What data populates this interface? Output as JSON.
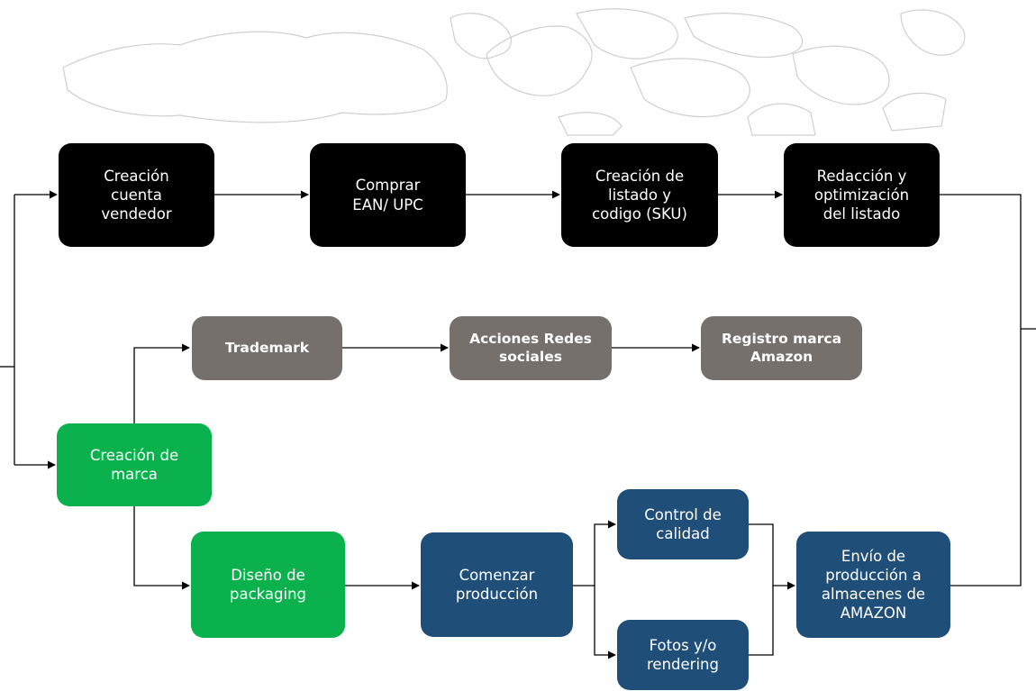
{
  "colors": {
    "black_box": "#000000",
    "gray_box": "#76706d",
    "green_box": "#0ab14d",
    "blue_box": "#1f4e79",
    "connector": "#000000",
    "map_outline": "#cfcfcf"
  },
  "nodes": {
    "creacion_cuenta": "Creación\ncuenta\nvendedor",
    "comprar_ean": "Comprar\nEAN/ UPC",
    "creacion_listado": "Creación de\nlistado y\ncodigo (SKU)",
    "redaccion": "Redacción y\noptimización\ndel listado",
    "trademark": "Trademark",
    "acciones_redes": "Acciones Redes\nsociales",
    "registro_marca": "Registro marca\nAmazon",
    "creacion_marca": "Creación de\nmarca",
    "diseno_packaging": "Diseño de\npackaging",
    "comenzar_produccion": "Comenzar\nproducción",
    "control_calidad": "Control de\ncalidad",
    "fotos_rendering": "Fotos y/o\nrendering",
    "envio_produccion": "Envío de\nproducción a\nalmacenes de\nAMAZON"
  }
}
